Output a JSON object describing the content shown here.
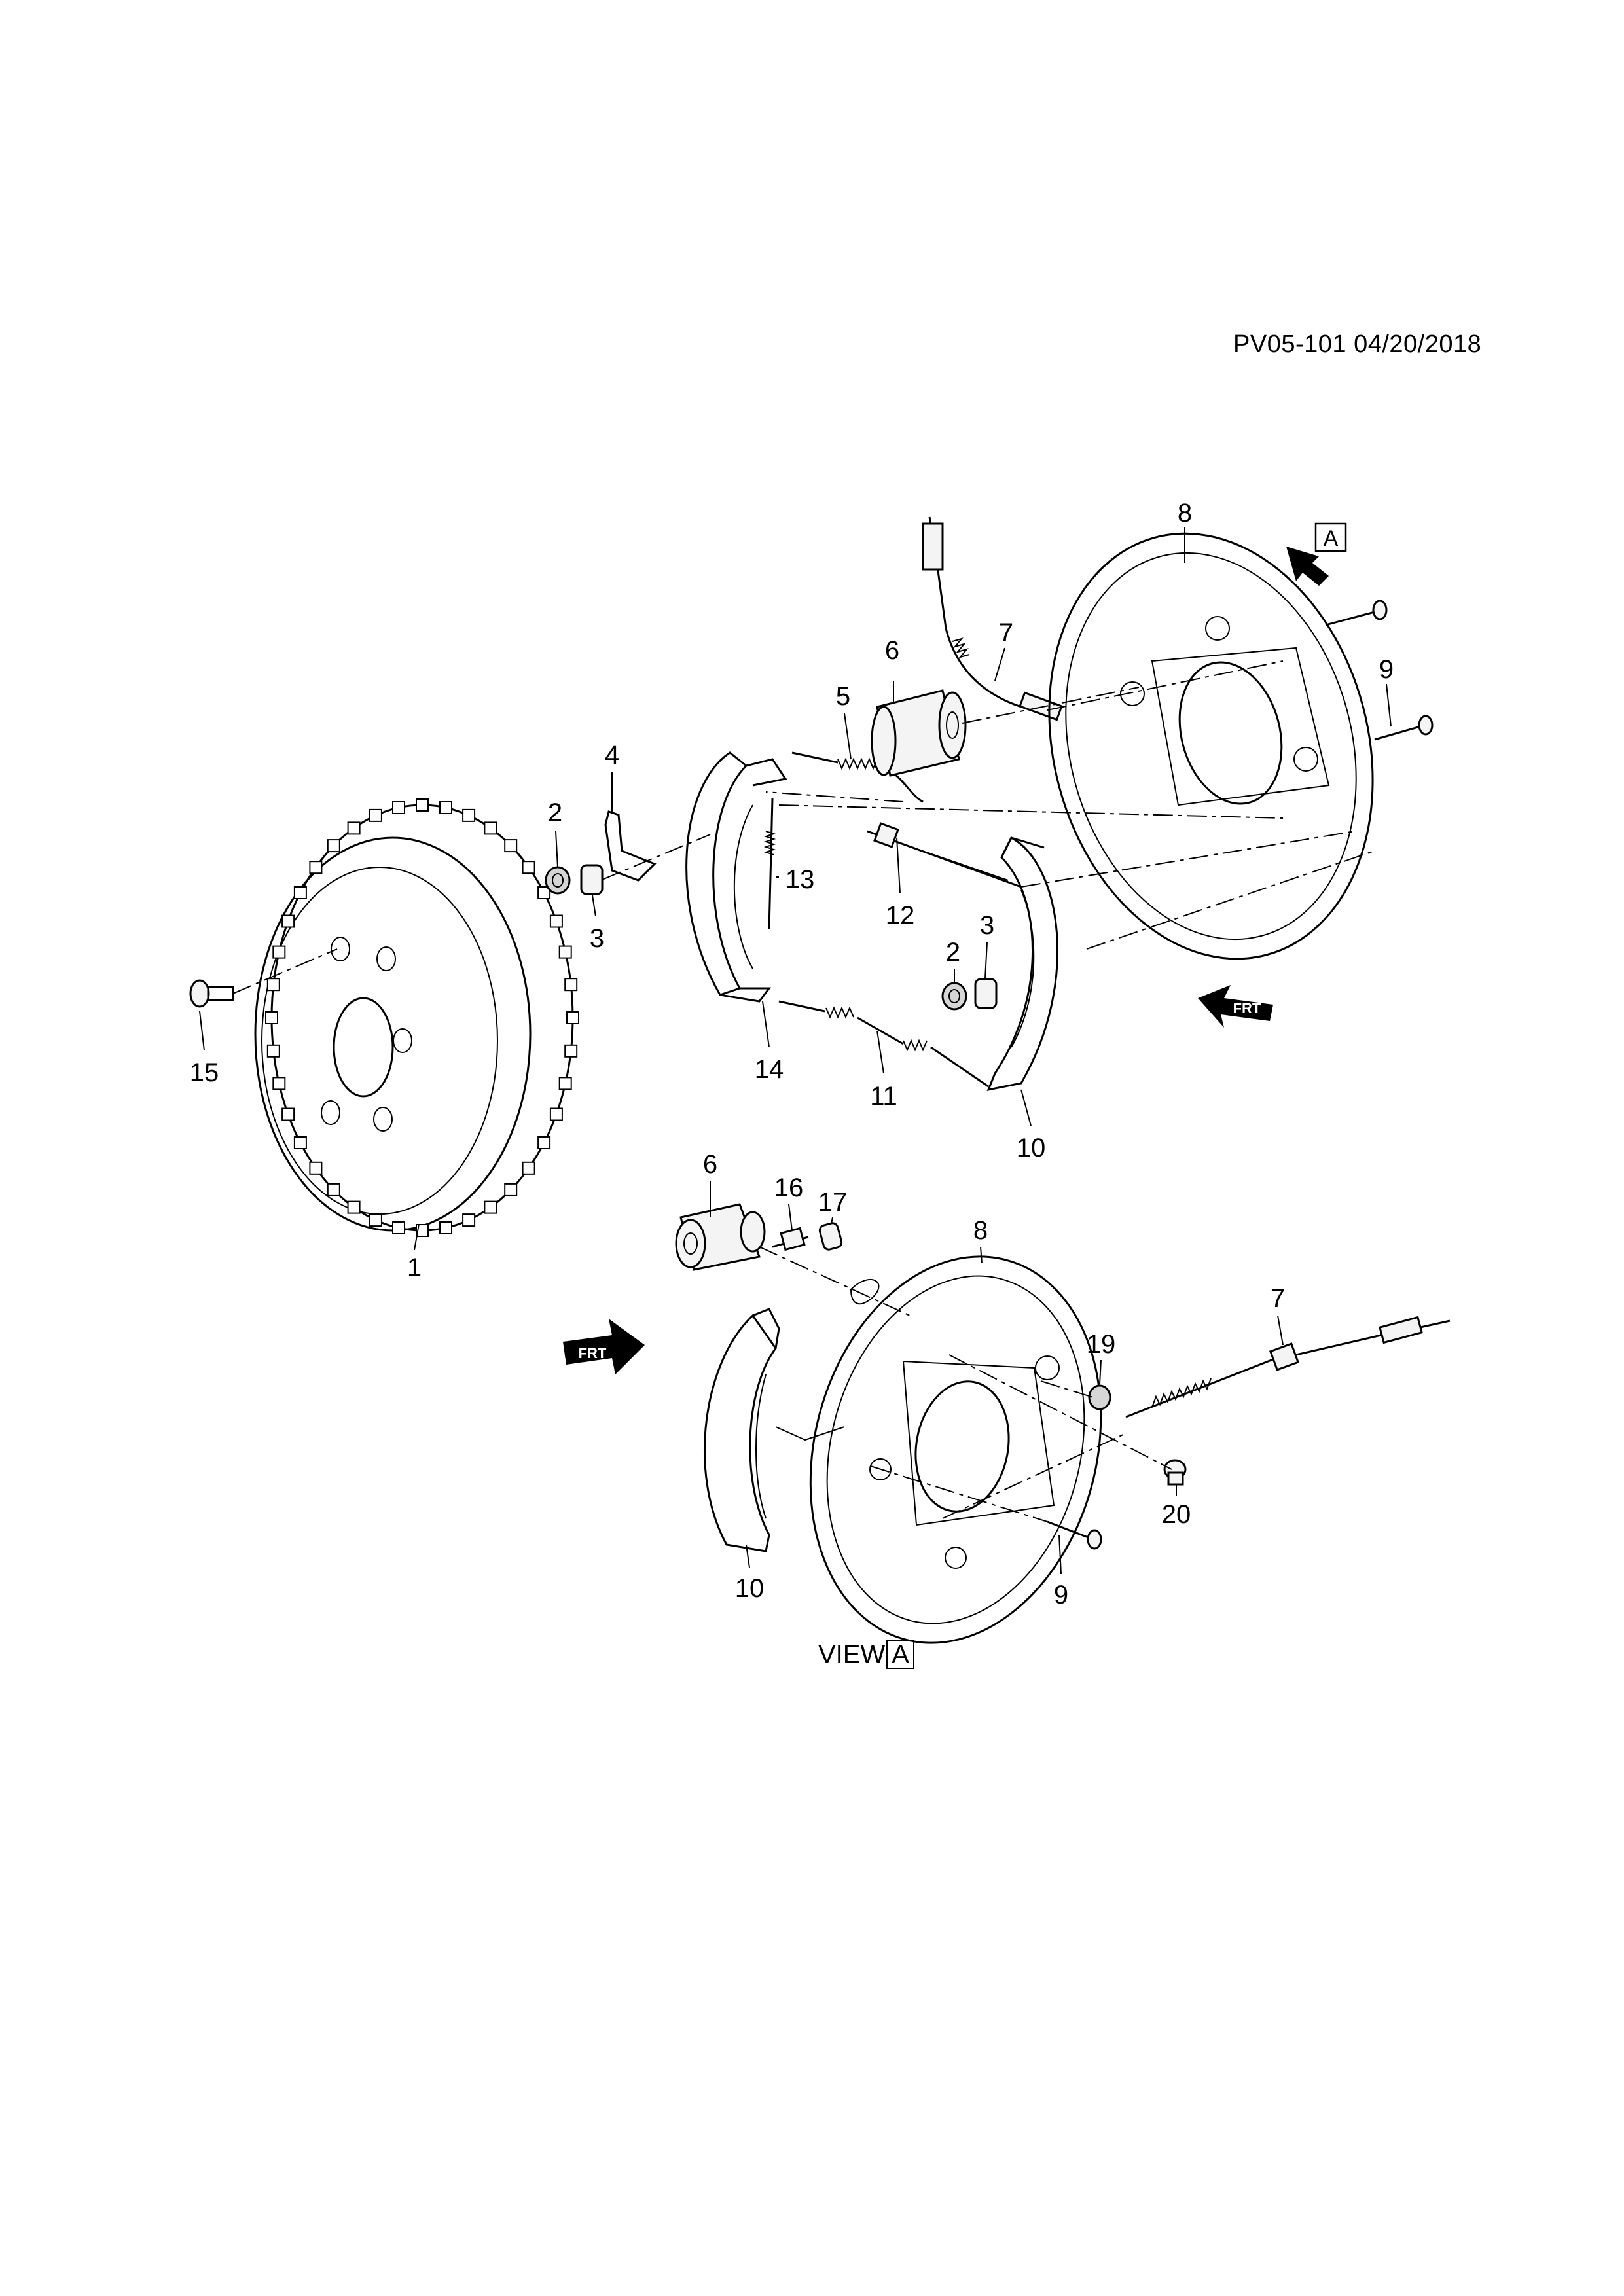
{
  "document_id": "PV05-101 04/20/2018",
  "view": {
    "label": "VIEW",
    "letter": "A"
  },
  "arrow_markers": {
    "view_letter": "A",
    "front_label": "FRT"
  },
  "callouts": {
    "drum": "1",
    "nut_top": "2",
    "nut_mid": "2",
    "adjuster_top": "3",
    "adjuster_mid": "3",
    "lever": "4",
    "upper_spring": "5",
    "cylinder_top": "6",
    "cylinder_bottom": "6",
    "cable_top": "7",
    "cable_bottom": "7",
    "backplate_top": "8",
    "backplate_bottom": "8",
    "bolt_top": "9",
    "bolt_bottom": "9",
    "shoe_right": "10",
    "shoe_bottom": "10",
    "lower_spring": "11",
    "strut": "12",
    "retainer_spring": "13",
    "shoe_left": "14",
    "drum_screw": "15",
    "bleeder": "16",
    "bleeder_cap": "17",
    "grommet": "19",
    "plug": "20"
  }
}
